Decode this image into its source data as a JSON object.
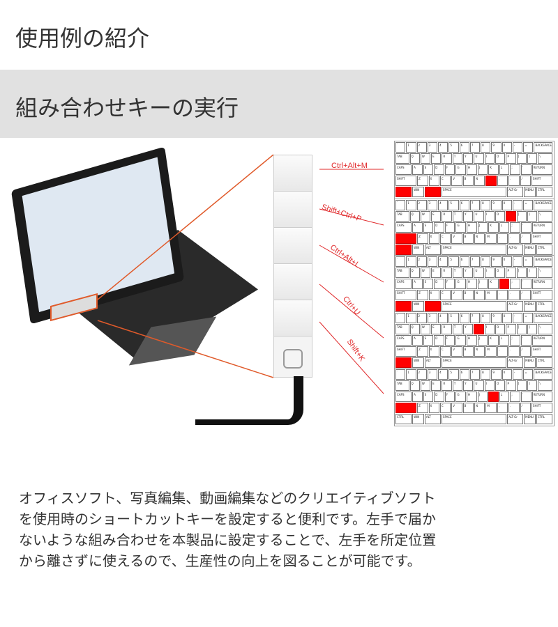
{
  "section_title": "使用例の紹介",
  "subtitle": "組み合わせキーの実行",
  "accent_color": "#e0282a",
  "combos": [
    {
      "label": "Ctrl+Alt+M",
      "keys": [
        "CTRL",
        "ALT",
        "M"
      ]
    },
    {
      "label": "Shift+Ctrl+P",
      "keys": [
        "SHIFT",
        "CTRL",
        "P"
      ]
    },
    {
      "label": "Ctrl+Alt+L",
      "keys": [
        "CTRL",
        "ALT",
        "L"
      ]
    },
    {
      "label": "Ctrl+U",
      "keys": [
        "CTRL",
        "U"
      ]
    },
    {
      "label": "Shift+K",
      "keys": [
        "SHIFT",
        "K"
      ]
    }
  ],
  "keyboard_rows": [
    [
      "`",
      "1",
      "2",
      "3",
      "4",
      "5",
      "6",
      "7",
      "8",
      "9",
      "0",
      "-",
      "=",
      "BACKSPACE"
    ],
    [
      "TAB",
      "Q",
      "W",
      "E",
      "R",
      "T",
      "Y",
      "U",
      "I",
      "O",
      "P",
      "[",
      "]",
      "\\"
    ],
    [
      "CAPS",
      "A",
      "S",
      "D",
      "F",
      "G",
      "H",
      "J",
      "K",
      "L",
      ";",
      "'",
      "RETURN"
    ],
    [
      "SHIFT",
      "Z",
      "X",
      "C",
      "V",
      "B",
      "N",
      "M",
      ",",
      ".",
      "/",
      "SHIFT"
    ],
    [
      "CTRL",
      "WIN",
      "ALT",
      "SPACE",
      "ALT-Gr",
      "MENU",
      "CTRL"
    ]
  ],
  "description": [
    "オフィスソフト、写真編集、動画編集などのクリエイティブソフト",
    "を使用時のショートカットキーを設定すると便利です。左手で届か",
    "ないような組み合わせを本製品に設定することで、左手を所定位置",
    "から離さずに使えるので、生産性の向上を図ることが可能です。"
  ]
}
